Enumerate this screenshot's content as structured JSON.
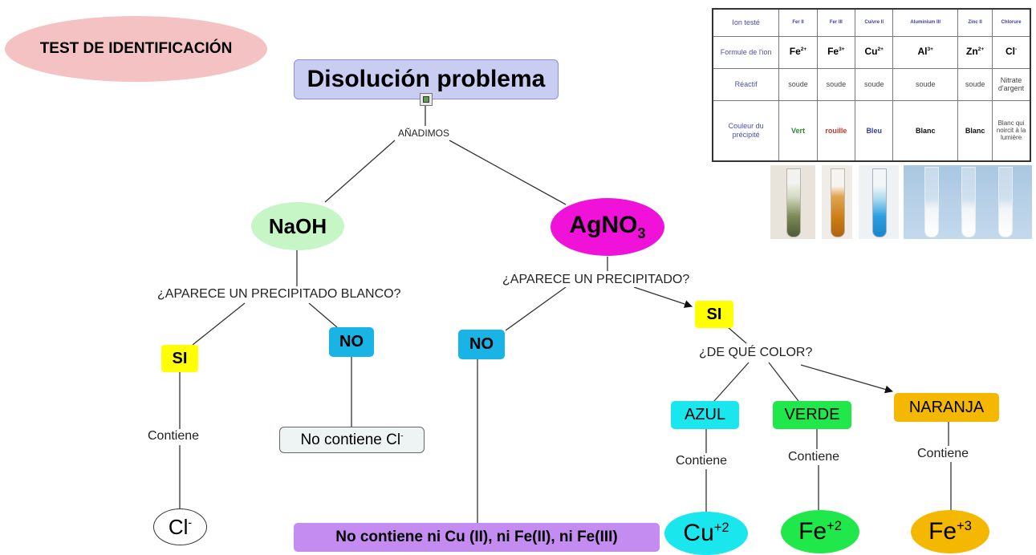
{
  "title": "TEST DE IDENTIFICACIÓN",
  "root": {
    "label": "Disolución problema"
  },
  "link_anadimos": "AÑADIMOS",
  "naoh": {
    "label": "NaOH"
  },
  "agno3": {
    "base": "AgNO",
    "sub": "3"
  },
  "q_naoh": "¿APARECE UN PRECIPITADO BLANCO?",
  "q_agno3": "¿APARECE UN PRECIPITADO?",
  "si_left": "SI",
  "no_left": "NO",
  "contiene_left": "Contiene",
  "cl_node": {
    "base": "Cl",
    "sup": "-"
  },
  "no_contiene_cl": {
    "base": "No contiene Cl",
    "sup": "-"
  },
  "no_mid": "NO",
  "si_right": "SI",
  "q_color": "¿DE QUÉ COLOR?",
  "azul": "AZUL",
  "verde": "VERDE",
  "naranja": "NARANJA",
  "contiene_azul": "Contiene",
  "contiene_verde": "Contiene",
  "contiene_naranja": "Contiene",
  "cu": {
    "base": "Cu",
    "sup": "+2"
  },
  "fe2": {
    "base": "Fe",
    "sup": "+2"
  },
  "fe3": {
    "base": "Fe",
    "sup": "+3"
  },
  "no_contiene_metals": "No contiene ni Cu (II), ni Fe(II), ni Fe(III)",
  "ion_table": {
    "row_headers": [
      "Ion testé",
      "Formule de l'ion",
      "Réactif",
      "Couleur du précipité"
    ],
    "columns": [
      "Fer II",
      "Fer III",
      "Cuivre II",
      "Aluminium III",
      "Zinc II",
      "Chlorure"
    ],
    "formulas": [
      {
        "base": "Fe",
        "sup": "2+"
      },
      {
        "base": "Fe",
        "sup": "3+"
      },
      {
        "base": "Cu",
        "sup": "2+"
      },
      {
        "base": "Al",
        "sup": "3+"
      },
      {
        "base": "Zn",
        "sup": "2+"
      },
      {
        "base": "Cl",
        "sup": "-"
      }
    ],
    "reactifs": [
      "soude",
      "soude",
      "soude",
      "soude",
      "soude",
      "Nitrate d'argent"
    ],
    "couleurs": [
      {
        "text": "Vert",
        "color": "#2e8b2e"
      },
      {
        "text": "rouille",
        "color": "#c0392b"
      },
      {
        "text": "Bleu",
        "color": "#2c3e9e"
      },
      {
        "text": "Blanc",
        "color": "#111111"
      },
      {
        "text": "Blanc",
        "color": "#111111"
      },
      {
        "text": "Blanc qui noircit à la lumière",
        "color": "#444444"
      }
    ]
  },
  "colors": {
    "title_bg": "#f4c2c2",
    "root_bg": "#c9cdf2",
    "naoh_bg": "#c6f5c6",
    "agno3_bg": "#f012d8",
    "yellow": "#ffff00",
    "cyan_box": "#1ab3e6",
    "azul_bg": "#1ae6ee",
    "verde_bg": "#21e84a",
    "naranja_bg": "#f5b800",
    "purple_bg": "#c48cf0"
  }
}
